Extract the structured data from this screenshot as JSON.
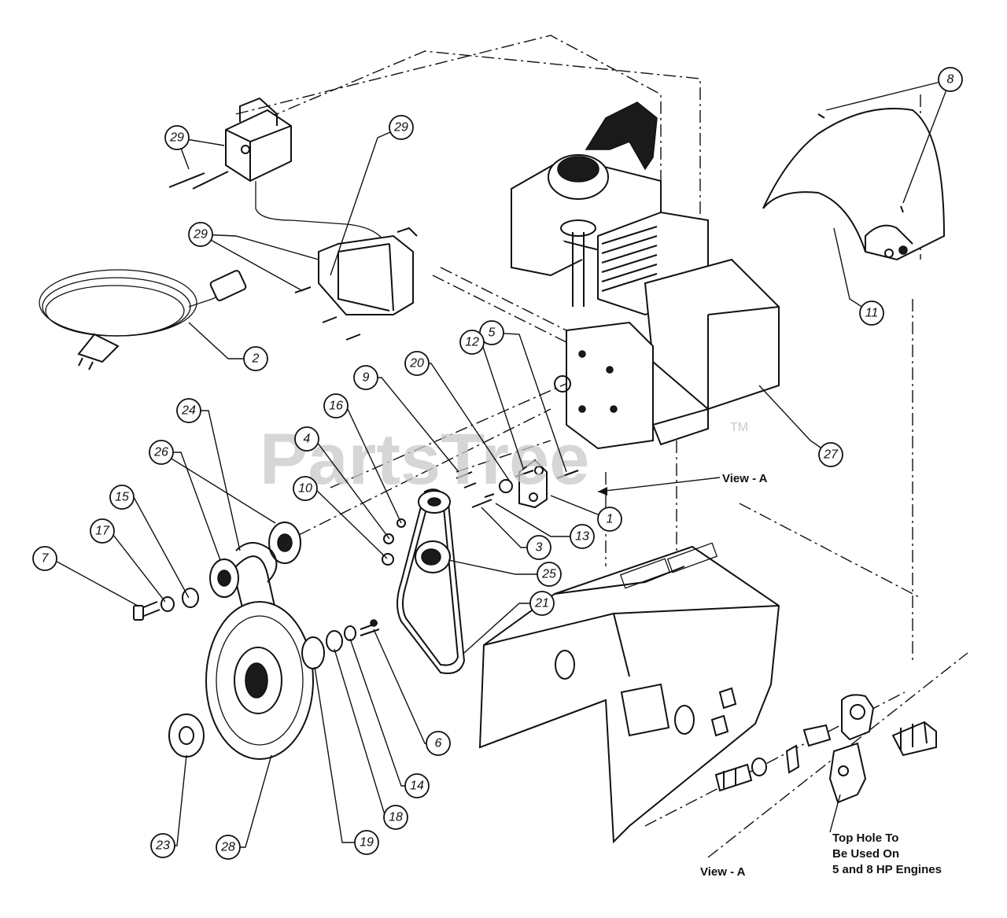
{
  "watermark": {
    "brand": "PartsTree",
    "tm": "TM"
  },
  "labels": {
    "view_a_top": "View - A",
    "view_a_bottom": "View - A",
    "note_line1": "Top Hole To",
    "note_line2": "Be Used On",
    "note_line3": "5 and 8 HP Engines"
  },
  "callouts": [
    {
      "id": "1",
      "label": "1"
    },
    {
      "id": "2",
      "label": "2"
    },
    {
      "id": "3",
      "label": "3"
    },
    {
      "id": "4",
      "label": "4"
    },
    {
      "id": "5",
      "label": "5"
    },
    {
      "id": "6",
      "label": "6"
    },
    {
      "id": "7",
      "label": "7"
    },
    {
      "id": "8",
      "label": "8"
    },
    {
      "id": "9",
      "label": "9"
    },
    {
      "id": "10",
      "label": "10"
    },
    {
      "id": "11",
      "label": "11"
    },
    {
      "id": "12",
      "label": "12"
    },
    {
      "id": "13",
      "label": "13"
    },
    {
      "id": "14",
      "label": "14"
    },
    {
      "id": "15",
      "label": "15"
    },
    {
      "id": "16",
      "label": "16"
    },
    {
      "id": "17",
      "label": "17"
    },
    {
      "id": "18",
      "label": "18"
    },
    {
      "id": "19",
      "label": "19"
    },
    {
      "id": "20",
      "label": "20"
    },
    {
      "id": "21",
      "label": "21"
    },
    {
      "id": "23",
      "label": "23"
    },
    {
      "id": "24",
      "label": "24"
    },
    {
      "id": "25",
      "label": "25"
    },
    {
      "id": "26",
      "label": "26"
    },
    {
      "id": "27",
      "label": "27"
    },
    {
      "id": "28",
      "label": "28"
    },
    {
      "id": "29a",
      "label": "29"
    },
    {
      "id": "29b",
      "label": "29"
    },
    {
      "id": "29c",
      "label": "29"
    }
  ]
}
